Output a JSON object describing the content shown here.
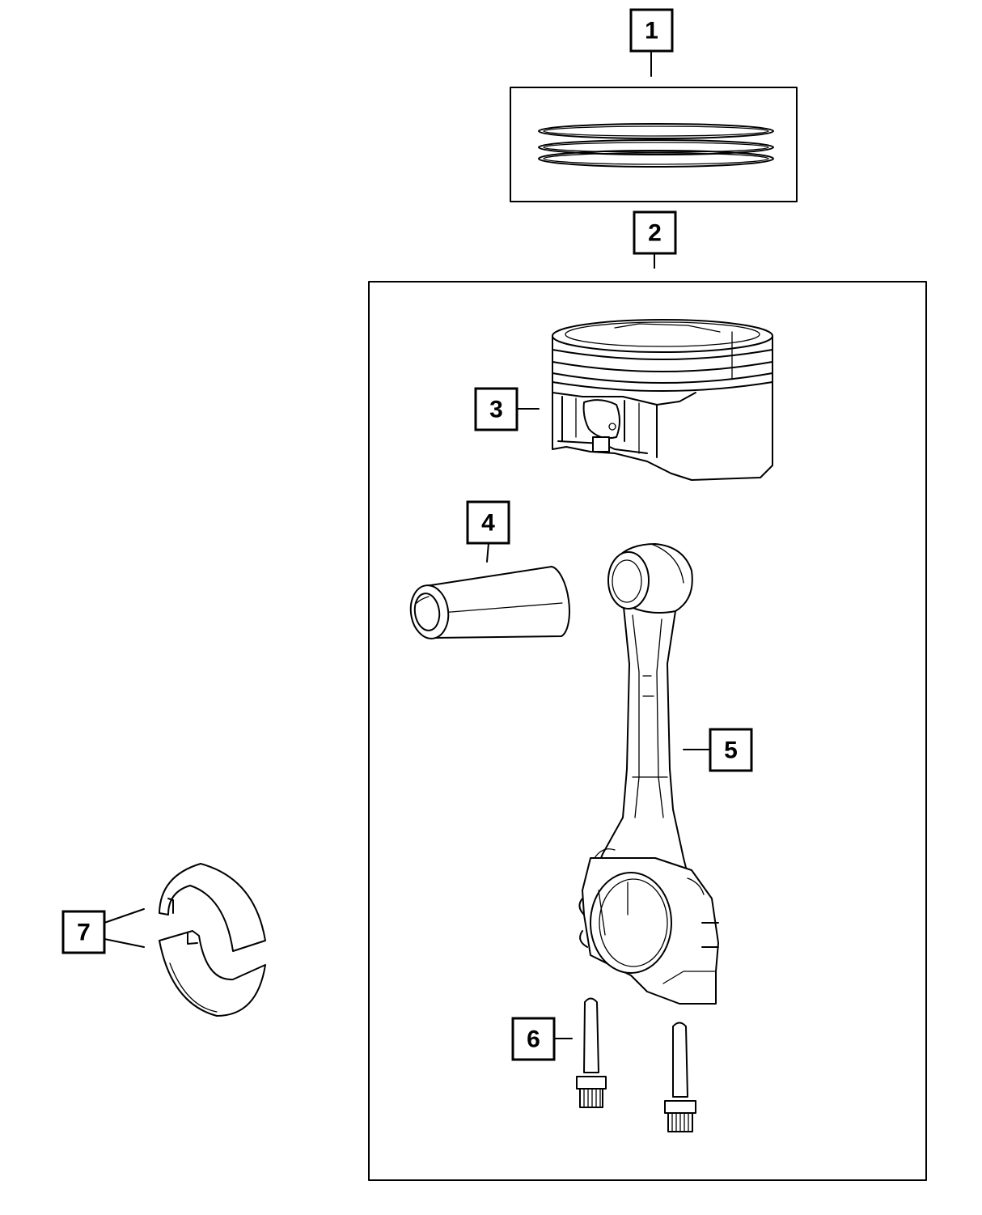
{
  "callouts": {
    "c1": "1",
    "c2": "2",
    "c3": "3",
    "c4": "4",
    "c5": "5",
    "c6": "6",
    "c7": "7"
  },
  "parts": {
    "p1": "piston-ring-set",
    "p2": "piston-and-connecting-rod-assembly",
    "p3": "piston",
    "p4": "piston-pin",
    "p5": "connecting-rod",
    "p6": "connecting-rod-bolts",
    "p7": "connecting-rod-bearing-shells"
  },
  "colors": {
    "line": "#000000",
    "background": "#ffffff"
  }
}
